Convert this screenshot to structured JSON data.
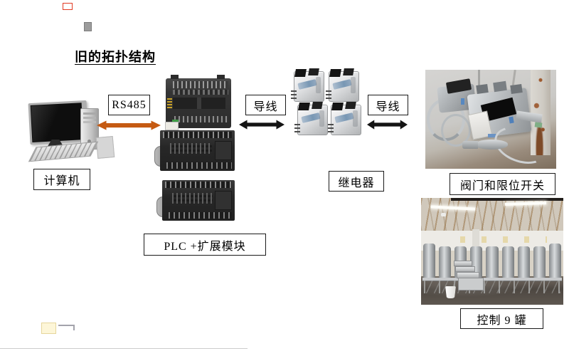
{
  "title": "旧的拓扑结构",
  "boxes": {
    "computer": "计算机",
    "rs485": "RS485",
    "wire_left": "导线",
    "wire_right": "导线",
    "plc": "PLC +扩展模块",
    "relay": "继电器",
    "valve": "阀门和限位开关",
    "tanks": "控制 9 罐"
  },
  "images": {
    "computer_illustration": "desktop-computer-clipart",
    "plc_stack": "plc-with-two-expansion-modules",
    "relays": "four-relays-2x2",
    "valve_photo": "valves-and-limit-switches-photo",
    "tank_photo": "nine-tank-plant-room-photo"
  },
  "colors": {
    "rs485_arrow_orange": "#c55a12",
    "wire_arrow_black": "#141414",
    "label_box_border": "#1a1a1a",
    "artifact_red": "#e23b24"
  }
}
